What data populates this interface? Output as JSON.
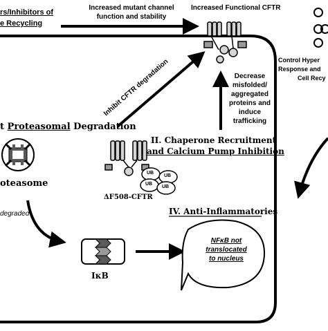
{
  "top_left_label": {
    "line1": "rs/Inhibitors of",
    "line2": "e Recycling"
  },
  "mutant_channel": {
    "line1": "Increased mutant channel",
    "line2": "function and stability"
  },
  "functional_cftr": "Increased Functional CFTR",
  "right_edge": {
    "line1": "Control Hyper",
    "line2": "Response and",
    "line3": "Cell Recy"
  },
  "inhibit_degradation": "Inhibit CFTR degradation",
  "decrease_box": {
    "line1": "Decrease",
    "line2": "misfolded/",
    "line3": "aggregated",
    "line4": "proteins and",
    "line5": "induce",
    "line6": "trafficking"
  },
  "proteasomal": {
    "prefix": "t",
    "underlined": "Proteasomal",
    "suffix": " Degradation"
  },
  "chaperone": {
    "line1": "II. Chaperone Recruitment",
    "line2": "and Calcium Pump Inhibition"
  },
  "ub_label": "UB",
  "mutant_label": "ΔF508-CFTR",
  "proteasome_label": "oteasome",
  "anti_inflammatory": "IV. Anti-Inflammatories",
  "degraded_label": "degraded",
  "ikb_label": "IκB",
  "nfkb_note": {
    "line1": "NFκB not",
    "line2": "translocated",
    "line3": "to nucleus"
  },
  "colors": {
    "ink": "#000000",
    "membrane": "#ffffff",
    "dark_fill": "#5a5a5a",
    "mid_fill": "#9a9a9a",
    "light_fill": "#d4d4d4"
  }
}
